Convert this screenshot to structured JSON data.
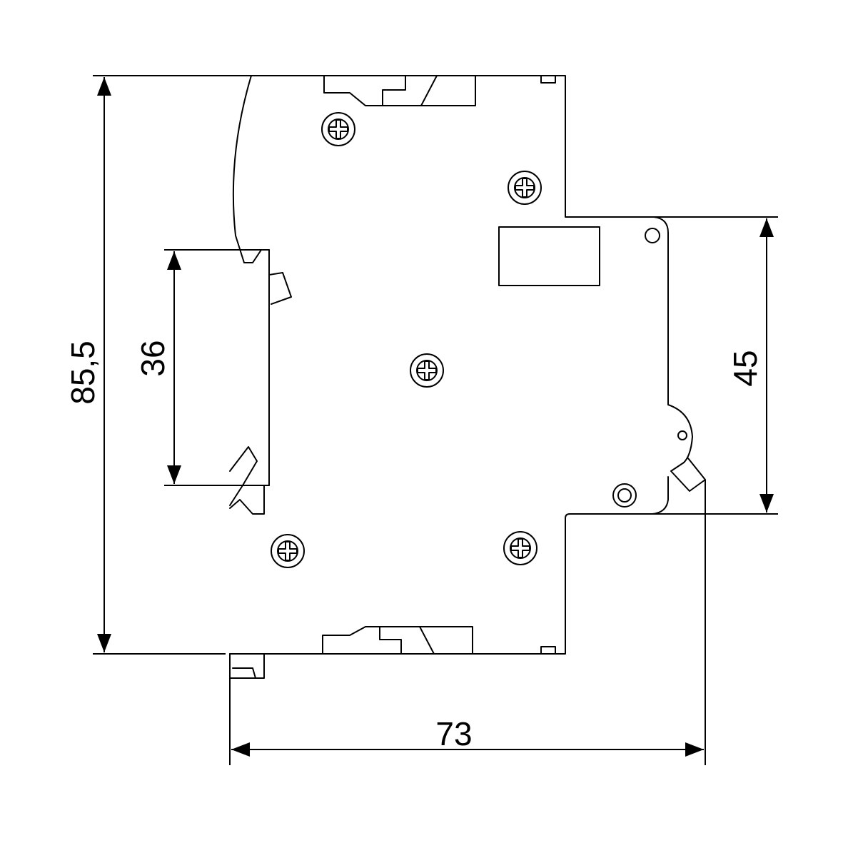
{
  "dimensions": {
    "overall_height": "85,5",
    "din_rail_height": "36",
    "front_height": "45",
    "depth": "73"
  }
}
